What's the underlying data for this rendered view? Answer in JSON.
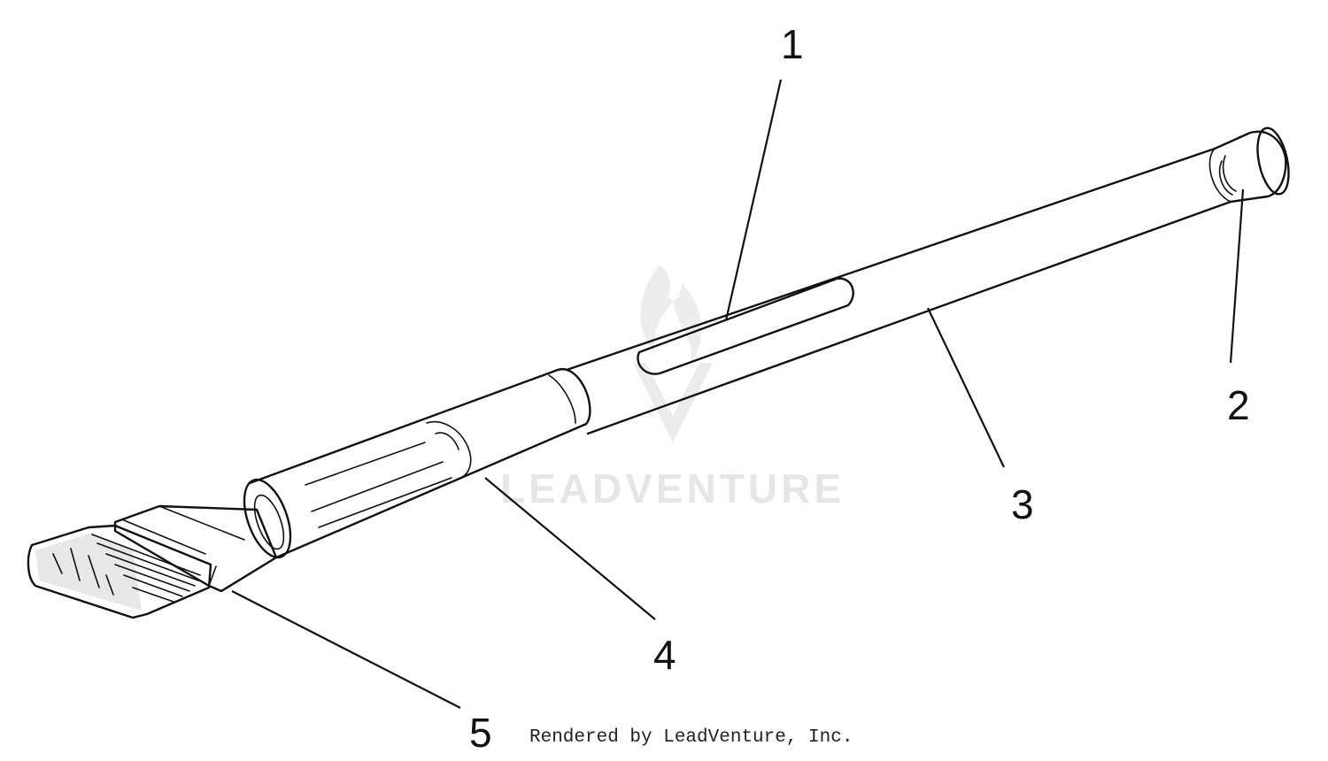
{
  "callouts": [
    {
      "label": "1",
      "part": "label"
    },
    {
      "label": "2",
      "part": "end-cap"
    },
    {
      "label": "3",
      "part": "handle-tube"
    },
    {
      "label": "4",
      "part": "grip-sleeve"
    },
    {
      "label": "5",
      "part": "brush-head"
    }
  ],
  "watermark": "LEADVENTURE",
  "credit": "Rendered by LeadVenture, Inc."
}
